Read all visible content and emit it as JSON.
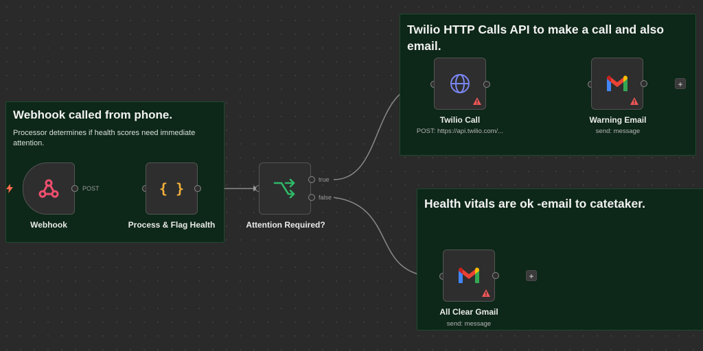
{
  "stickies": {
    "webhook": {
      "title": "Webhook called from phone.",
      "body": "Processor determines if health scores need immediate attention."
    },
    "twilio": {
      "title": "Twilio HTTP Calls API to make a call and also email."
    },
    "health": {
      "title": "Health vitals are ok -email to catetaker."
    }
  },
  "nodes": {
    "webhook": {
      "label": "Webhook",
      "output_label": "POST"
    },
    "process": {
      "label": "Process & Flag Health",
      "icon_text": "{ }"
    },
    "attention": {
      "label": "Attention Required?",
      "true_label": "true",
      "false_label": "false"
    },
    "twilio_call": {
      "label": "Twilio Call",
      "sublabel": "POST: https://api.twilio.com/..."
    },
    "warning_email": {
      "label": "Warning Email",
      "sublabel": "send: message"
    },
    "all_clear": {
      "label": "All Clear Gmail",
      "sublabel": "send: message"
    }
  },
  "controls": {
    "add_symbol": "+"
  },
  "colors": {
    "webhook_icon": "#ef4f6f",
    "code_icon": "#f3b13b",
    "if_icon": "#2fb868",
    "http_icon": "#7b86f5",
    "warning": "#f05656"
  }
}
